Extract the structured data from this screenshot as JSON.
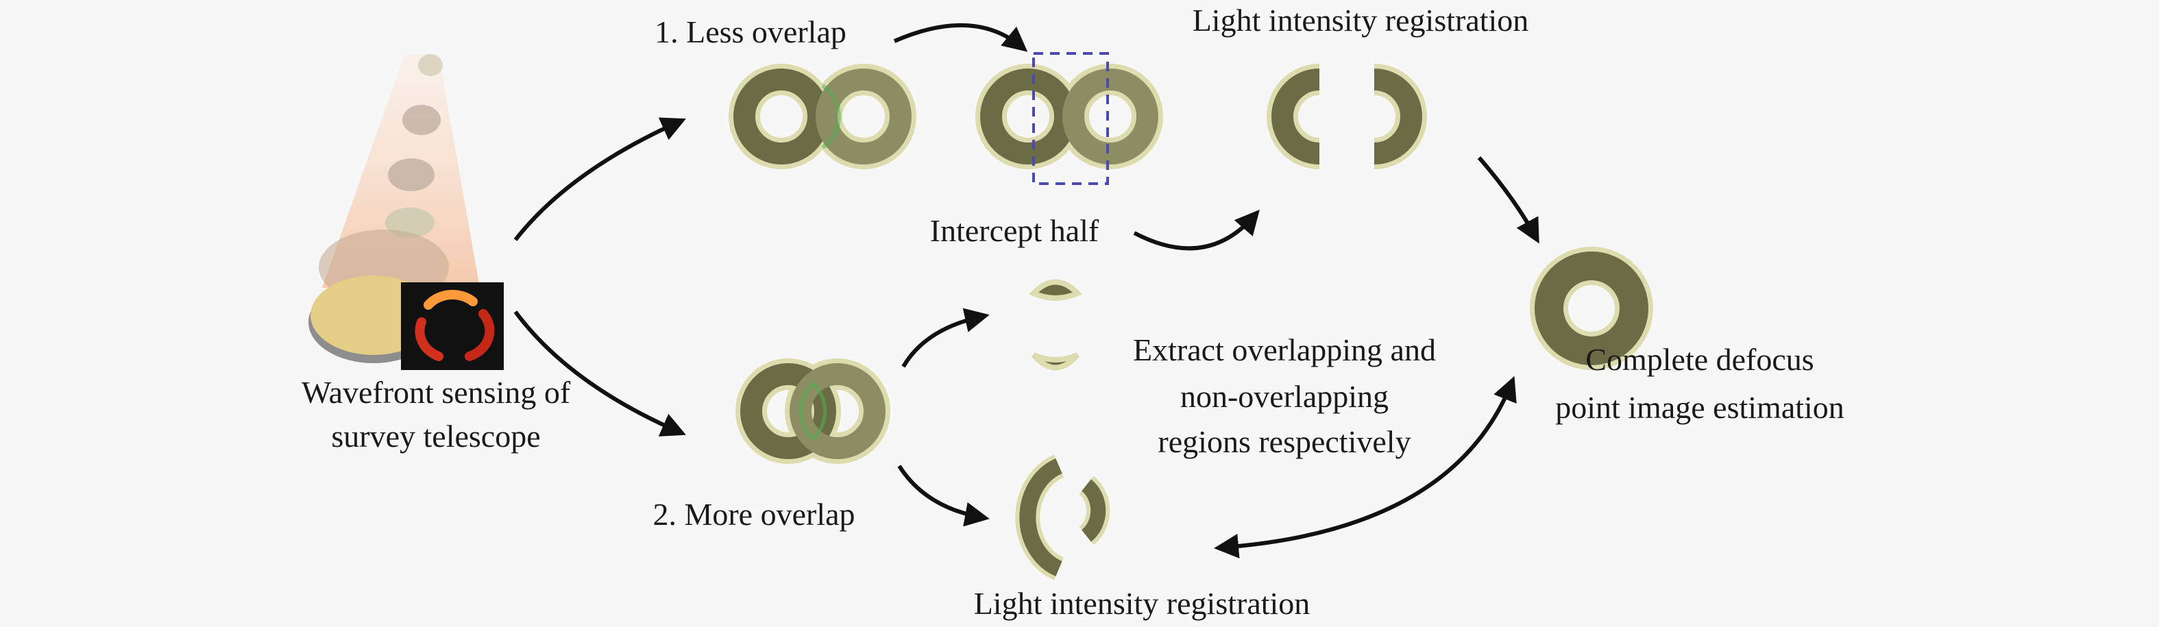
{
  "labels": {
    "telescope_line1": "Wavefront sensing of",
    "telescope_line2": "survey telescope",
    "less_overlap": "1. Less overlap",
    "more_overlap": "2. More overlap",
    "registration_top": "Light intensity registration",
    "intercept_half": "Intercept half",
    "extract_line1": "Extract overlapping and",
    "extract_line2": "non-overlapping",
    "extract_line3": "regions respectively",
    "registration_bottom": "Light intensity registration",
    "complete_line1": "Complete defocus",
    "complete_line2": "point image estimation"
  },
  "colors": {
    "background": "#f7f7f7",
    "ring_dark": "#6b6b45",
    "ring_light": "#8d8d63",
    "ring_glow": "#dcdcae",
    "overlap_green": "#4caf50",
    "dashed_box": "#4a4ab0"
  }
}
